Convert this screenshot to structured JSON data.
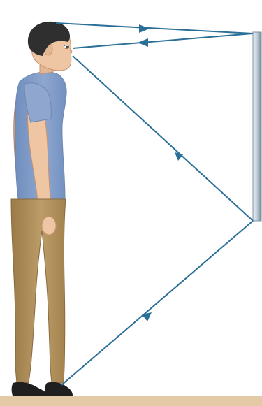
{
  "figure": {
    "subject": "person",
    "object": "mirror",
    "rays": [
      {
        "id": "top-of-head-incident",
        "from": "top-of-head",
        "to": "mirror-top",
        "direction": "toward-mirror"
      },
      {
        "id": "top-of-head-reflected",
        "from": "mirror-top",
        "to": "eye",
        "direction": "toward-eye"
      },
      {
        "id": "feet-incident",
        "from": "feet",
        "to": "mirror-bottom",
        "direction": "toward-mirror"
      },
      {
        "id": "feet-reflected",
        "from": "mirror-bottom",
        "to": "eye",
        "direction": "toward-eye"
      }
    ],
    "colors": {
      "ray": "#2a6f97",
      "mirror_light": "#c9d4de",
      "mirror_dark": "#6f8496",
      "shirt": "#8fa7cf",
      "pants": "#b8975f",
      "skin": "#efc6a4",
      "hair": "#2f2f2f",
      "shoes": "#1f1f1f",
      "floor": "#e3c9a6"
    },
    "icons": [
      "person-figure",
      "mirror-icon",
      "arrowhead-icon"
    ]
  }
}
